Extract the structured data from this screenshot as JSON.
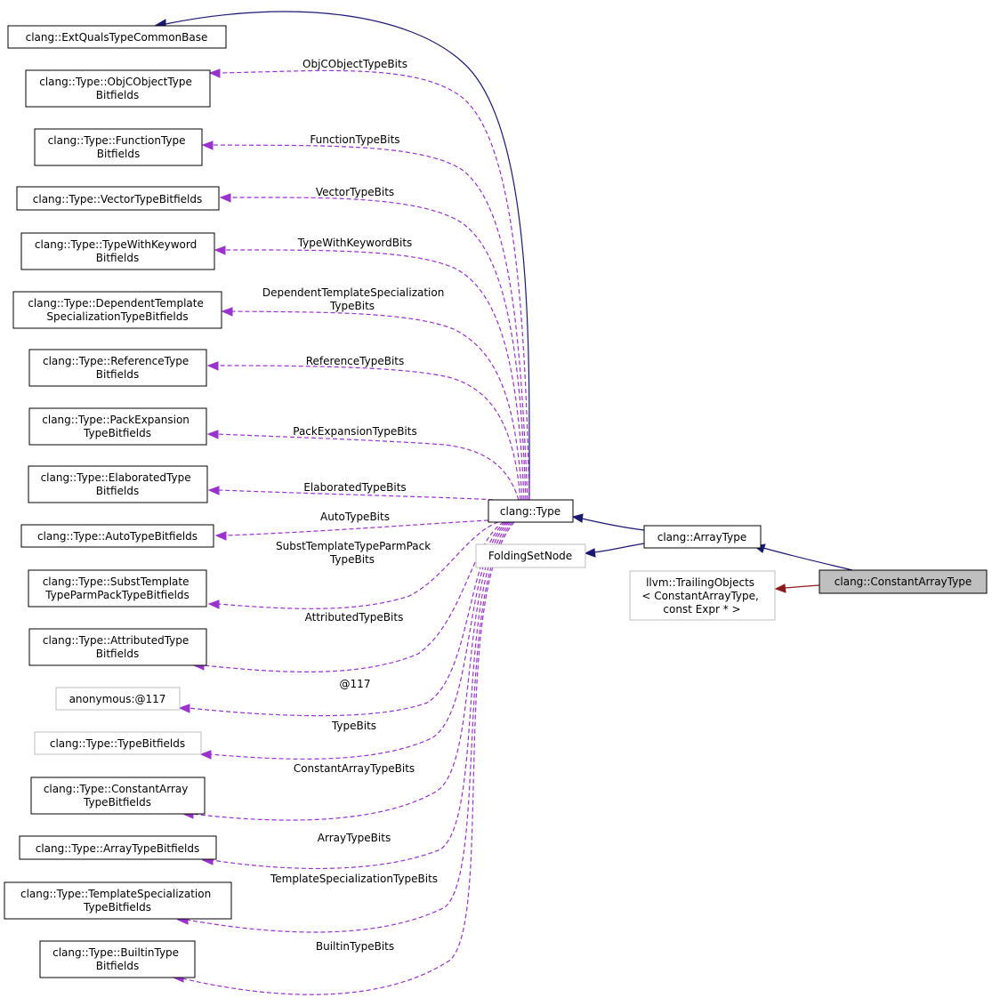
{
  "nodes": {
    "ext_quals": [
      "clang::ExtQualsTypeCommonBase"
    ],
    "objc": [
      "clang::Type::ObjCObjectType",
      "Bitfields"
    ],
    "function": [
      "clang::Type::FunctionType",
      "Bitfields"
    ],
    "vector": [
      "clang::Type::VectorTypeBitfields"
    ],
    "type_with_keyword": [
      "clang::Type::TypeWithKeyword",
      "Bitfields"
    ],
    "dependent_template": [
      "clang::Type::DependentTemplate",
      "SpecializationTypeBitfields"
    ],
    "reference": [
      "clang::Type::ReferenceType",
      "Bitfields"
    ],
    "pack_expansion": [
      "clang::Type::PackExpansion",
      "TypeBitfields"
    ],
    "elaborated": [
      "clang::Type::ElaboratedType",
      "Bitfields"
    ],
    "auto": [
      "clang::Type::AutoTypeBitfields"
    ],
    "subst_template": [
      "clang::Type::SubstTemplate",
      "TypeParmPackTypeBitfields"
    ],
    "attributed": [
      "clang::Type::AttributedType",
      "Bitfields"
    ],
    "anonymous": [
      "anonymous:@117"
    ],
    "type_bitfields": [
      "clang::Type::TypeBitfields"
    ],
    "constant_array_bf": [
      "clang::Type::ConstantArray",
      "TypeBitfields"
    ],
    "array_type_bf": [
      "clang::Type::ArrayTypeBitfields"
    ],
    "template_spec": [
      "clang::Type::TemplateSpecialization",
      "TypeBitfields"
    ],
    "builtin": [
      "clang::Type::BuiltinType",
      "Bitfields"
    ],
    "type": [
      "clang::Type"
    ],
    "folding": [
      "FoldingSetNode"
    ],
    "array_type": [
      "clang::ArrayType"
    ],
    "trailing": [
      "llvm::TrailingObjects",
      "< ConstantArrayType,",
      "const Expr * >"
    ],
    "constant_array_type": [
      "clang::ConstantArrayType"
    ]
  },
  "edge_labels": {
    "objc": [
      "ObjCObjectTypeBits"
    ],
    "function": [
      "FunctionTypeBits"
    ],
    "vector": [
      "VectorTypeBits"
    ],
    "type_with_keyword": [
      "TypeWithKeywordBits"
    ],
    "dependent_template": [
      "DependentTemplateSpecialization",
      "TypeBits"
    ],
    "reference": [
      "ReferenceTypeBits"
    ],
    "pack_expansion": [
      "PackExpansionTypeBits"
    ],
    "elaborated": [
      "ElaboratedTypeBits"
    ],
    "auto": [
      "AutoTypeBits"
    ],
    "subst_template": [
      "SubstTemplateTypeParmPack",
      "TypeBits"
    ],
    "attributed": [
      "AttributedTypeBits"
    ],
    "anonymous": [
      "@117"
    ],
    "type_bitfields": [
      "TypeBits"
    ],
    "constant_array_bf": [
      "ConstantArrayTypeBits"
    ],
    "array_type_bf": [
      "ArrayTypeBits"
    ],
    "template_spec": [
      "TemplateSpecializationTypeBits"
    ],
    "builtin": [
      "BuiltinTypeBits"
    ]
  },
  "colors": {
    "inheritance": "#191970",
    "private_inheritance": "#8b1a1a",
    "member_usage": "#9a32cd",
    "highlight_fill": "#bfbfbf",
    "undocumented_border": "#bfbfbf"
  }
}
